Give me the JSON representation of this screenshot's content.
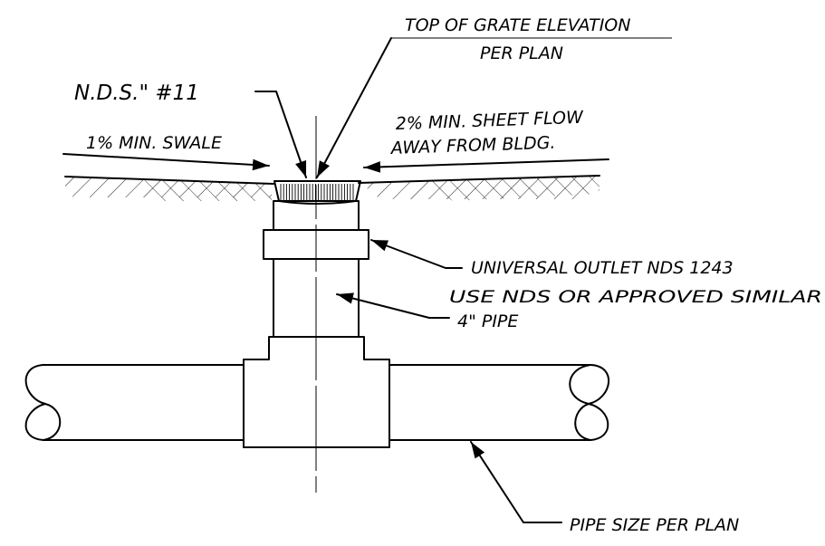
{
  "labels": {
    "top_of_grate_1": "TOP OF GRATE ELEVATION",
    "top_of_grate_2": "PER PLAN",
    "nds_grate": "N.D.S.\" #11",
    "swale": "1% MIN. SWALE",
    "sheet_flow_1": "2% MIN. SHEET FLOW",
    "sheet_flow_2": "AWAY FROM BLDG.",
    "universal_outlet_1": "UNIVERSAL OUTLET NDS 1243",
    "universal_outlet_2": "USE NDS OR APPROVED SIMILAR",
    "pipe_4in": "4\" PIPE",
    "pipe_size": "PIPE SIZE PER PLAN"
  },
  "colors": {
    "line": "#000000",
    "background": "#ffffff"
  }
}
